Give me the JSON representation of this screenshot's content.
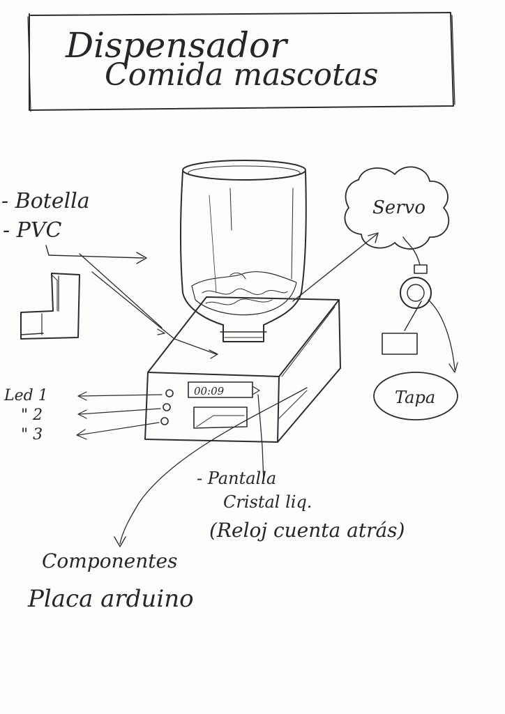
{
  "title": {
    "line1": "Dispensador",
    "line2": "Comida mascotas"
  },
  "labels": {
    "botella": "- Botella",
    "pvc": "- PVC",
    "servo": "Servo",
    "tapa": "Tapa",
    "led1": "Led 1",
    "led2": "\"  2",
    "led3": "\"  3",
    "clock": "00:09",
    "pantalla1": "- Pantalla",
    "pantalla2": "Cristal liq.",
    "pantalla3": "(Reloj cuenta atrás)",
    "componentes": "Componentes",
    "placa": "Placa arduino"
  }
}
